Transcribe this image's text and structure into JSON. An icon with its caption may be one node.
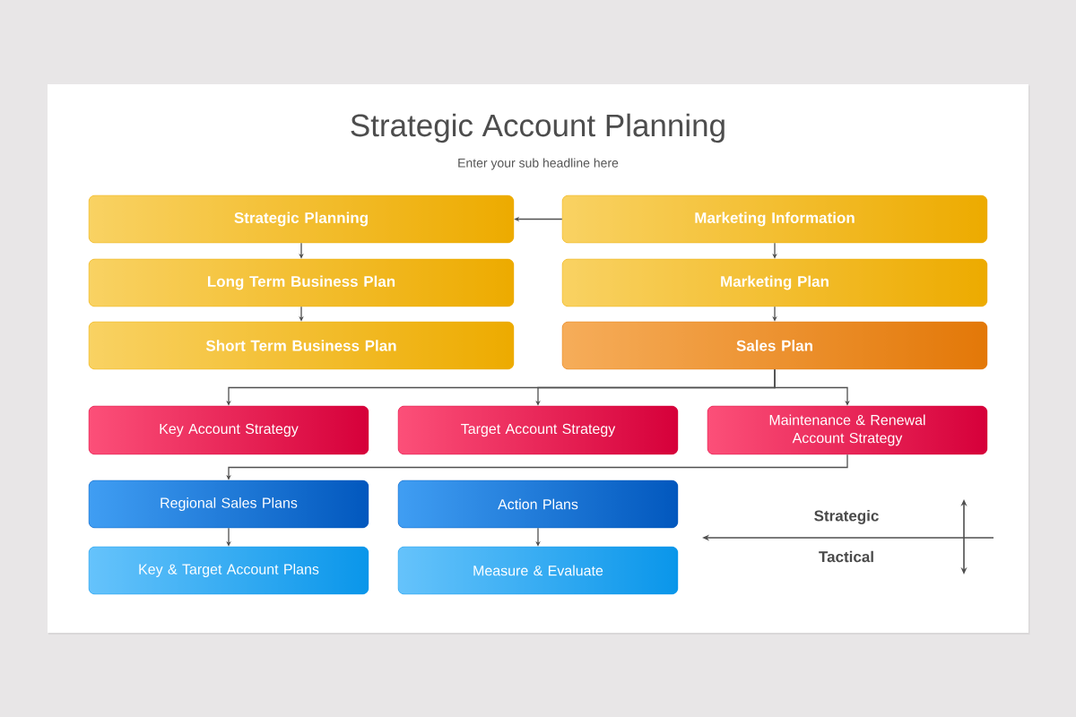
{
  "diagram": {
    "title": "Strategic Account Planning",
    "nodes": [
      {
        "text": [
          "Strategic Planning"
        ]
      },
      {
        "text": [
          "Marketing Information"
        ]
      },
      {
        "text": [
          "Long Term Business Plan"
        ]
      },
      {
        "text": [
          "Marketing Plan"
        ]
      },
      {
        "text": [
          "Short Term Business Plan"
        ]
      },
      {
        "text": [
          "Sales Plan"
        ]
      },
      {
        "text": [
          "Key Account Strategy"
        ]
      },
      {
        "text": [
          "Target Account Strategy"
        ]
      },
      {
        "text": [
          "Maintenance & Renewal Account Strategy"
        ]
      },
      {
        "text": [
          "Regional Sales Plans"
        ]
      },
      {
        "text": [
          "Action Plans"
        ]
      },
      {
        "text": [
          "Key & Target Account Plans"
        ]
      },
      {
        "text": [
          "Measure & Evaluate"
        ]
      }
    ],
    "edges": [
      {
        "from": 1,
        "to": 0,
        "arrow": "to"
      },
      {
        "from": 0,
        "to": 2,
        "arrow": "to"
      },
      {
        "from": 2,
        "to": 4,
        "arrow": "to"
      },
      {
        "from": 1,
        "to": 3,
        "arrow": "to"
      },
      {
        "from": 3,
        "to": 5,
        "arrow": "to"
      },
      {
        "from": 5,
        "to": 6,
        "arrow": "to"
      },
      {
        "from": 5,
        "to": 7,
        "arrow": "to"
      },
      {
        "from": 5,
        "to": 8,
        "arrow": "to"
      },
      {
        "from": 8,
        "to": 9,
        "arrow": "to"
      },
      {
        "from": 9,
        "to": 11,
        "arrow": "to"
      },
      {
        "from": 10,
        "to": 12,
        "arrow": "to"
      }
    ],
    "labels": [
      "Enter your sub headline here",
      "Strategic",
      "Tactical"
    ]
  }
}
